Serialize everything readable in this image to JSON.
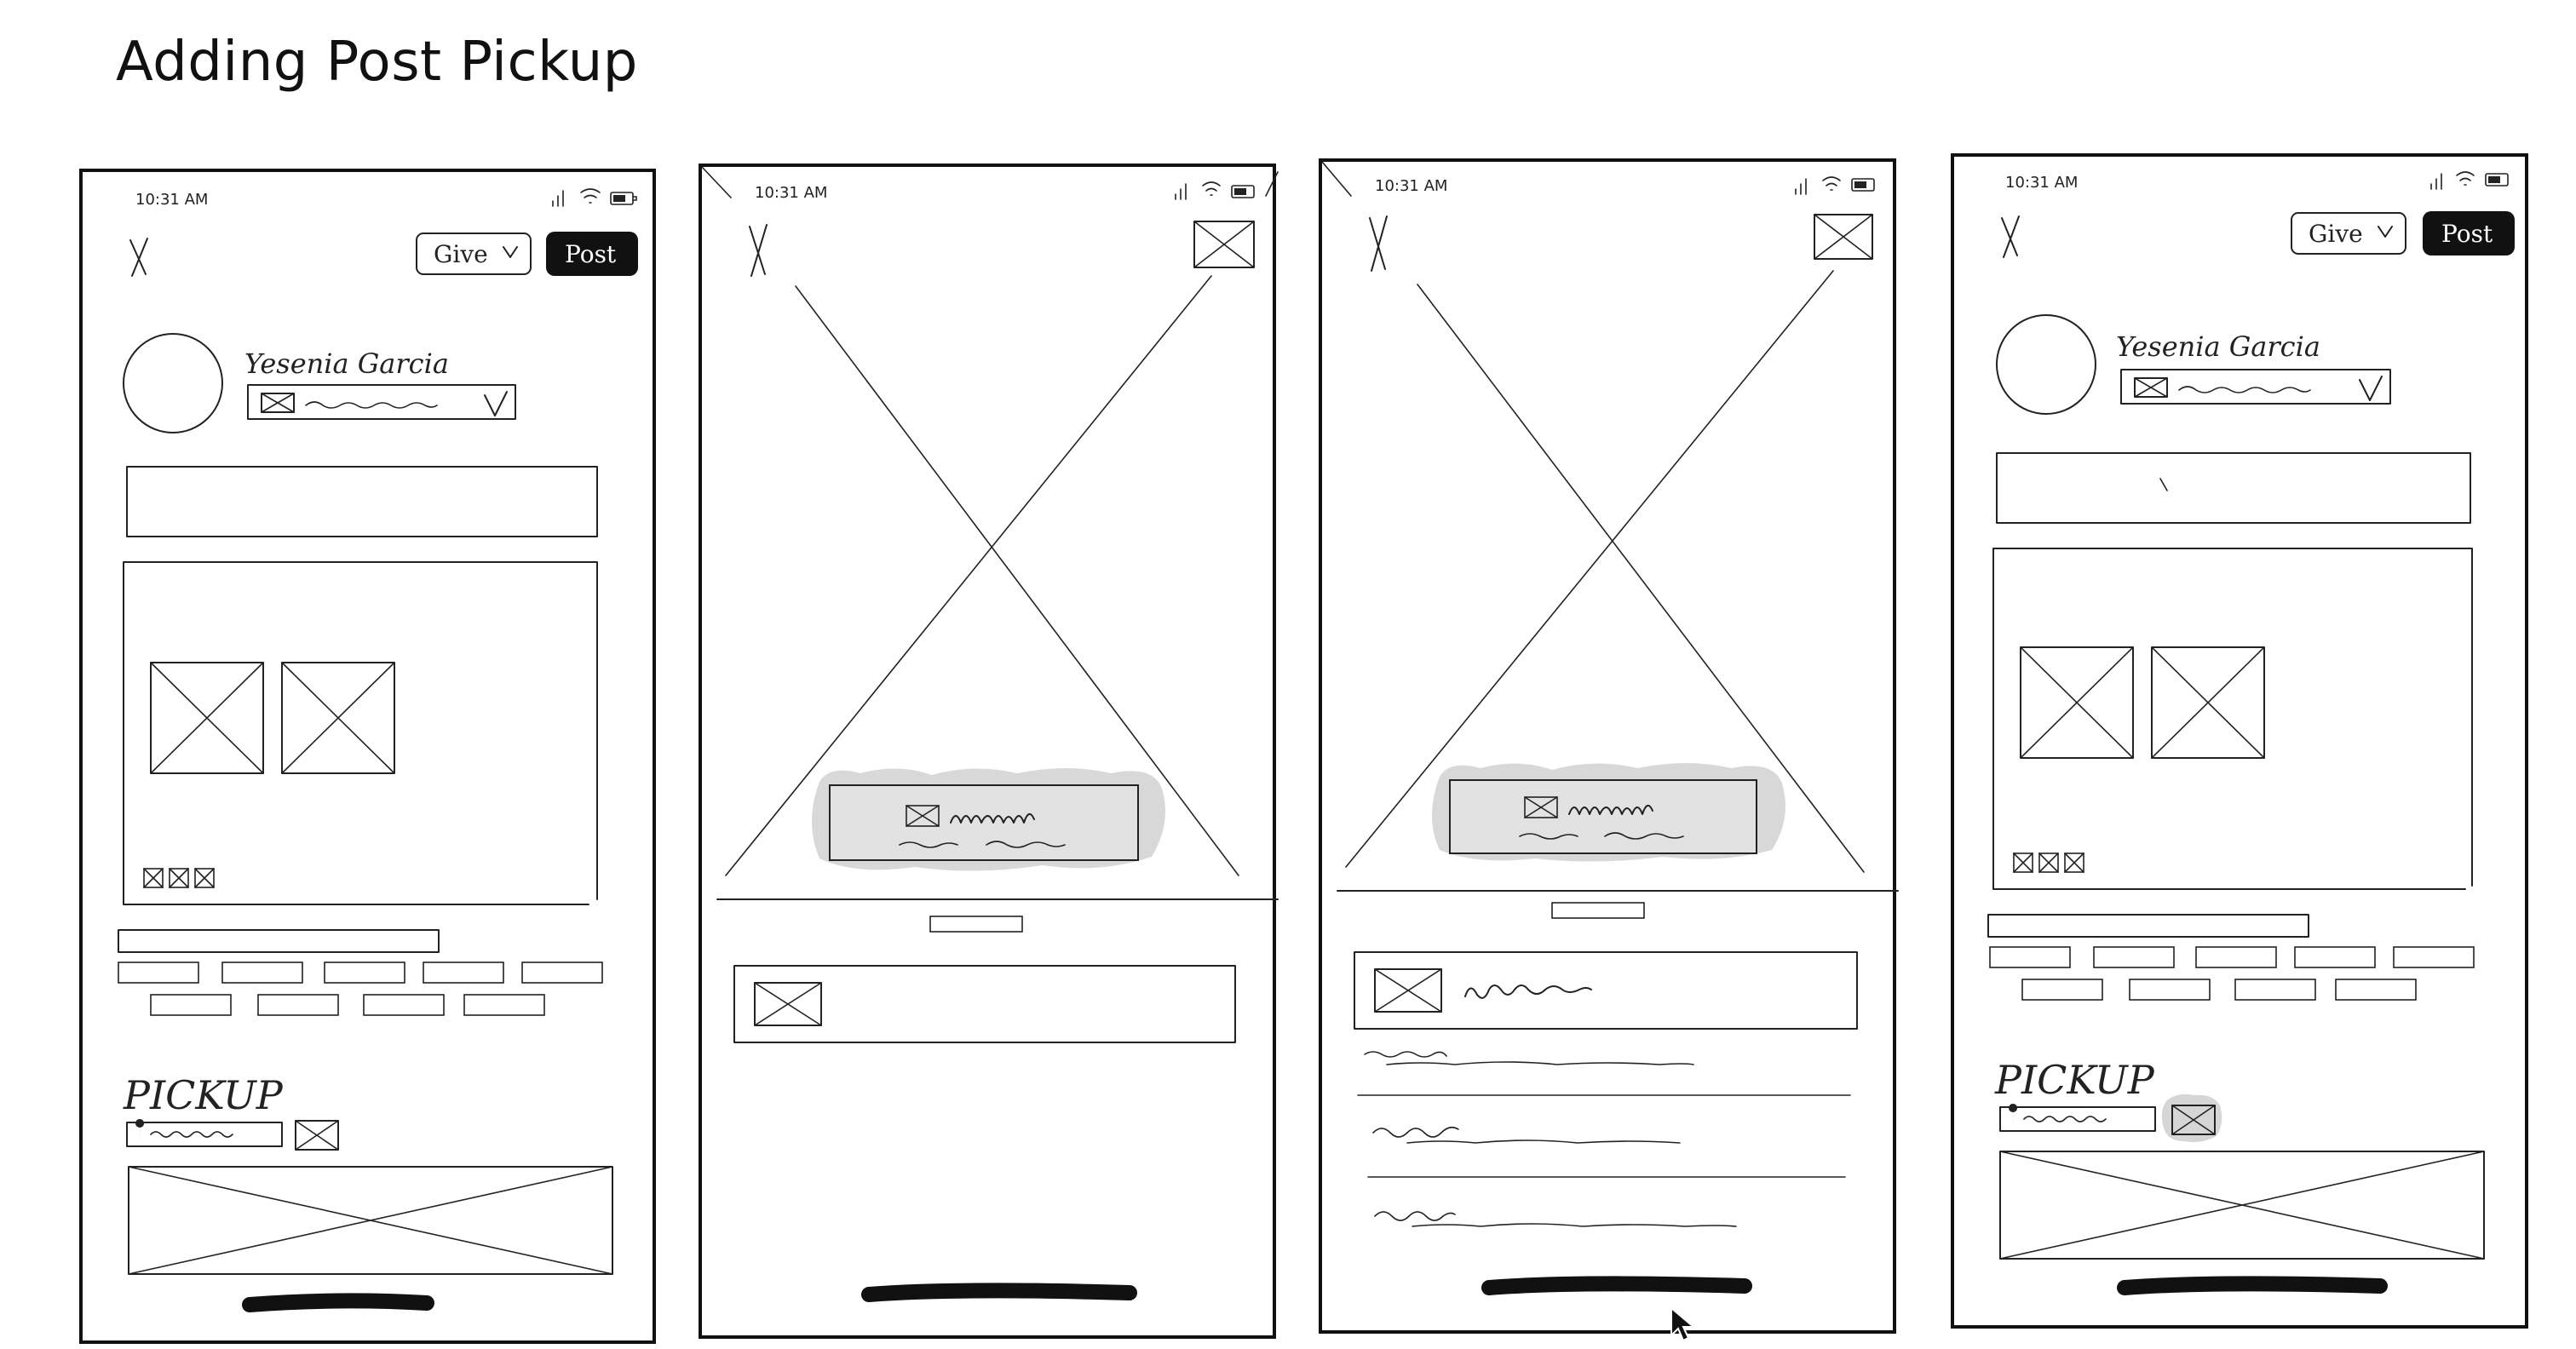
{
  "page_title": "Adding Post Pickup",
  "frames": [
    {
      "status_time": "10:31 AM",
      "give_label": "Give",
      "post_label": "Post",
      "user_name": "Yesenia Garcia",
      "pickup_label": "PICKUP"
    },
    {
      "status_time": "10:31 AM"
    },
    {
      "status_time": "10:31 AM"
    },
    {
      "status_time": "10:31 AM",
      "give_label": "Give",
      "post_label": "Post",
      "user_name": "Yesenia Garcia",
      "pickup_label": "PICKUP"
    }
  ],
  "icons": {
    "close": "close-x-icon",
    "image_placeholder": "image-placeholder-icon",
    "location": "map-pin-icon",
    "chevron": "chevron-down-icon",
    "signal": "signal-icon",
    "wifi": "wifi-icon",
    "battery": "battery-icon",
    "cursor": "mouse-cursor-icon"
  }
}
